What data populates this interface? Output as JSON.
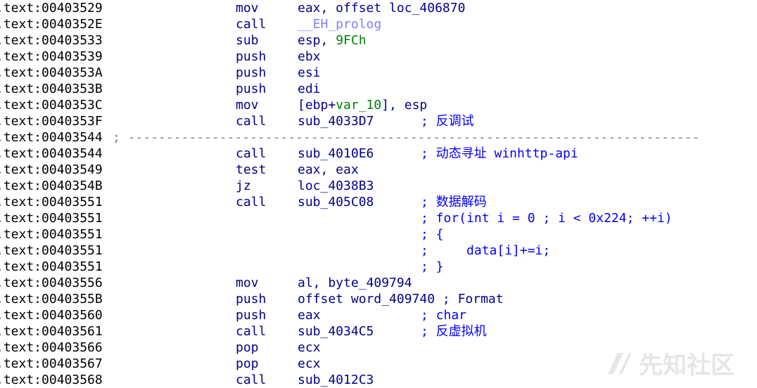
{
  "lines": [
    {
      "addr": ".text:00403529",
      "mnem": "mov",
      "op": [
        {
          "t": "eax, offset loc_406870",
          "c": ""
        }
      ],
      "comment": ""
    },
    {
      "addr": ".text:0040352E",
      "mnem": "call",
      "op": [
        {
          "t": "__EH_prolog",
          "c": "fn-lib"
        }
      ],
      "comment": ""
    },
    {
      "addr": ".text:00403533",
      "mnem": "sub",
      "op": [
        {
          "t": "esp, ",
          "c": ""
        },
        {
          "t": "9FCh",
          "c": "num"
        }
      ],
      "comment": ""
    },
    {
      "addr": ".text:00403539",
      "mnem": "push",
      "op": [
        {
          "t": "ebx",
          "c": ""
        }
      ],
      "comment": ""
    },
    {
      "addr": ".text:0040353A",
      "mnem": "push",
      "op": [
        {
          "t": "esi",
          "c": ""
        }
      ],
      "comment": ""
    },
    {
      "addr": ".text:0040353B",
      "mnem": "push",
      "op": [
        {
          "t": "edi",
          "c": ""
        }
      ],
      "comment": ""
    },
    {
      "addr": ".text:0040353C",
      "mnem": "mov",
      "op": [
        {
          "t": "[ebp+",
          "c": ""
        },
        {
          "t": "var_10",
          "c": "var"
        },
        {
          "t": "], esp",
          "c": ""
        }
      ],
      "comment": ""
    },
    {
      "addr": ".text:0040353F",
      "mnem": "call",
      "op": [
        {
          "t": "sub_4033D7",
          "c": ""
        }
      ],
      "comment": "; 反调试"
    },
    {
      "addr": ".text:00403544",
      "sep": "; ---------------------------------------------------------------------------"
    },
    {
      "addr": ".text:00403544",
      "mnem": "call",
      "op": [
        {
          "t": "sub_4010E6",
          "c": ""
        }
      ],
      "comment": "; 动态寻址 winhttp-api"
    },
    {
      "addr": ".text:00403549",
      "mnem": "test",
      "op": [
        {
          "t": "eax, eax",
          "c": ""
        }
      ],
      "comment": ""
    },
    {
      "addr": ".text:0040354B",
      "mnem": "jz",
      "op": [
        {
          "t": "loc_4038B3",
          "c": ""
        }
      ],
      "comment": ""
    },
    {
      "addr": ".text:00403551",
      "mnem": "call",
      "op": [
        {
          "t": "sub_405C08",
          "c": ""
        }
      ],
      "comment": "; 数据解码"
    },
    {
      "addr": ".text:00403551",
      "mnem": "",
      "op": [],
      "comment": "; for(int i = 0 ; i < 0x224; ++i)"
    },
    {
      "addr": ".text:00403551",
      "mnem": "",
      "op": [],
      "comment": "; {"
    },
    {
      "addr": ".text:00403551",
      "mnem": "",
      "op": [],
      "comment": ";     data[i]+=i;"
    },
    {
      "addr": ".text:00403551",
      "mnem": "",
      "op": [],
      "comment": "; }"
    },
    {
      "addr": ".text:00403556",
      "mnem": "mov",
      "op": [
        {
          "t": "al, byte_409794",
          "c": ""
        }
      ],
      "comment": ""
    },
    {
      "addr": ".text:0040355B",
      "mnem": "push",
      "op": [
        {
          "t": "offset word_409740 ; Format",
          "c": ""
        }
      ],
      "comment": ""
    },
    {
      "addr": ".text:00403560",
      "mnem": "push",
      "op": [
        {
          "t": "eax",
          "c": ""
        }
      ],
      "comment": "; char"
    },
    {
      "addr": ".text:00403561",
      "mnem": "call",
      "op": [
        {
          "t": "sub_4034C5",
          "c": ""
        }
      ],
      "comment": "; 反虚拟机"
    },
    {
      "addr": ".text:00403566",
      "mnem": "pop",
      "op": [
        {
          "t": "ecx",
          "c": ""
        }
      ],
      "comment": ""
    },
    {
      "addr": ".text:00403567",
      "mnem": "pop",
      "op": [
        {
          "t": "ecx",
          "c": ""
        }
      ],
      "comment": ""
    },
    {
      "addr": ".text:00403568",
      "mnem": "call",
      "op": [
        {
          "t": "sub_4012C3",
          "c": ""
        }
      ],
      "comment": ""
    }
  ],
  "watermark": {
    "text": "先知社区",
    "icon": "xianzhi-logo-icon"
  }
}
